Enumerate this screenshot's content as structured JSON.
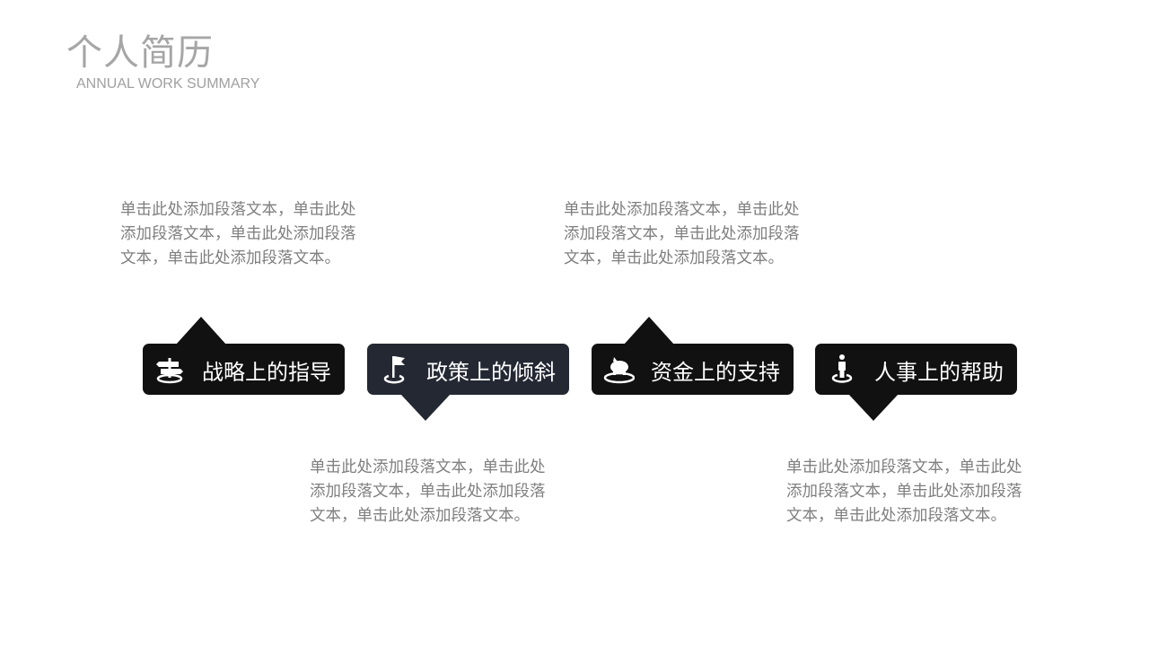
{
  "header": {
    "title": "个人简历",
    "subtitle": "ANNUAL WORK SUMMARY"
  },
  "items": [
    {
      "label": "战略上的指导",
      "icon": "signpost-icon",
      "text": "单击此处添加段落文本，单击此处添加段落文本，单击此处添加段落文本，单击此处添加段落文本。"
    },
    {
      "label": "政策上的倾斜",
      "icon": "flag-icon",
      "text": "单击此处添加段落文本，单击此处添加段落文本，单击此处添加段落文本，单击此处添加段落文本。"
    },
    {
      "label": "资金上的支持",
      "icon": "piggy-bank-icon",
      "text": "单击此处添加段落文本，单击此处添加段落文本，单击此处添加段落文本，单击此处添加段落文本。"
    },
    {
      "label": "人事上的帮助",
      "icon": "person-icon",
      "text": "单击此处添加段落文本，单击此处添加段落文本，单击此处添加段落文本，单击此处添加段落文本。"
    }
  ],
  "colors": {
    "card": "#111111",
    "card_alt": "#232833",
    "text": "#7f7f7f",
    "title": "#a6a6a6"
  }
}
